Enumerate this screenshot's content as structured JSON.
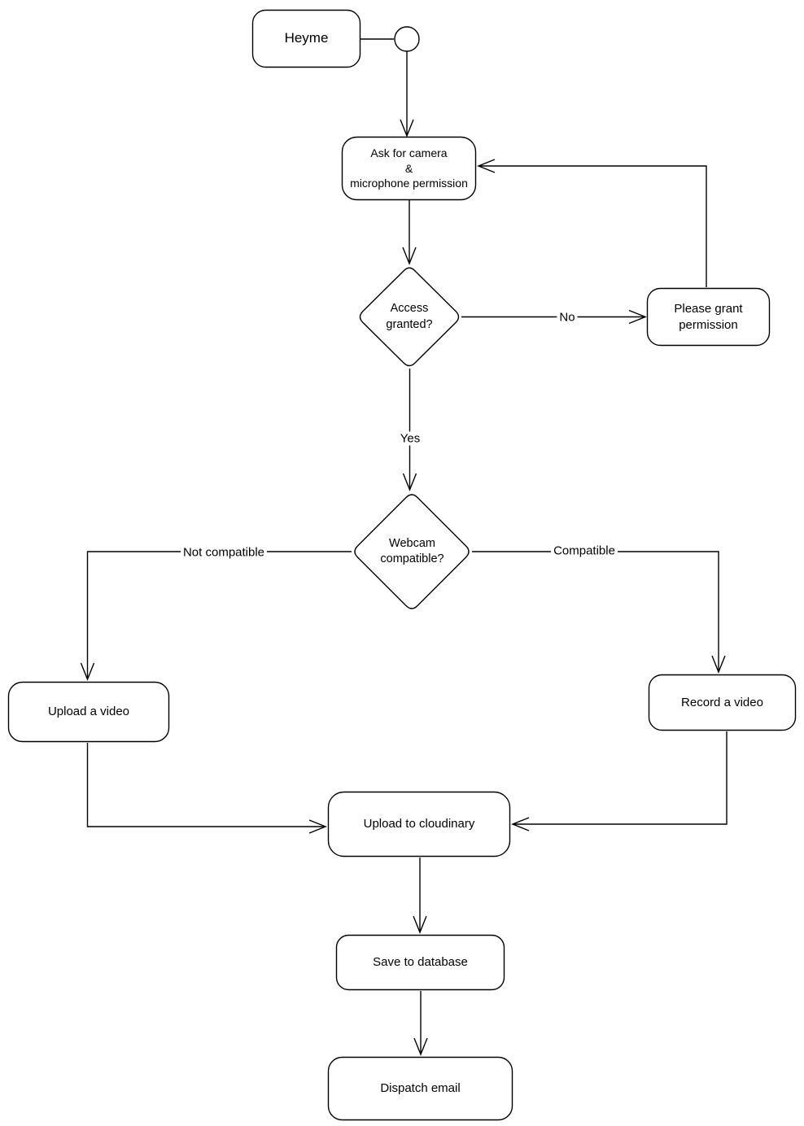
{
  "colors": {
    "stroke": "#000000",
    "background": "#ffffff",
    "text": "#000000"
  },
  "nodes": {
    "heyme": {
      "label": "Heyme"
    },
    "ask_permission": {
      "label": "Ask for camera\n&\nmicrophone permission"
    },
    "access_granted": {
      "label": "Access\ngranted?"
    },
    "please_grant": {
      "label": "Please grant\npermission"
    },
    "webcam_compatible": {
      "label": "Webcam\ncompatible?"
    },
    "upload_video": {
      "label": "Upload a video"
    },
    "record_video": {
      "label": "Record a video"
    },
    "upload_cloudinary": {
      "label": "Upload to cloudinary"
    },
    "save_database": {
      "label": "Save to database"
    },
    "dispatch_email": {
      "label": "Dispatch email"
    }
  },
  "edge_labels": {
    "no": "No",
    "yes": "Yes",
    "not_compatible": "Not compatible",
    "compatible": "Compatible"
  }
}
